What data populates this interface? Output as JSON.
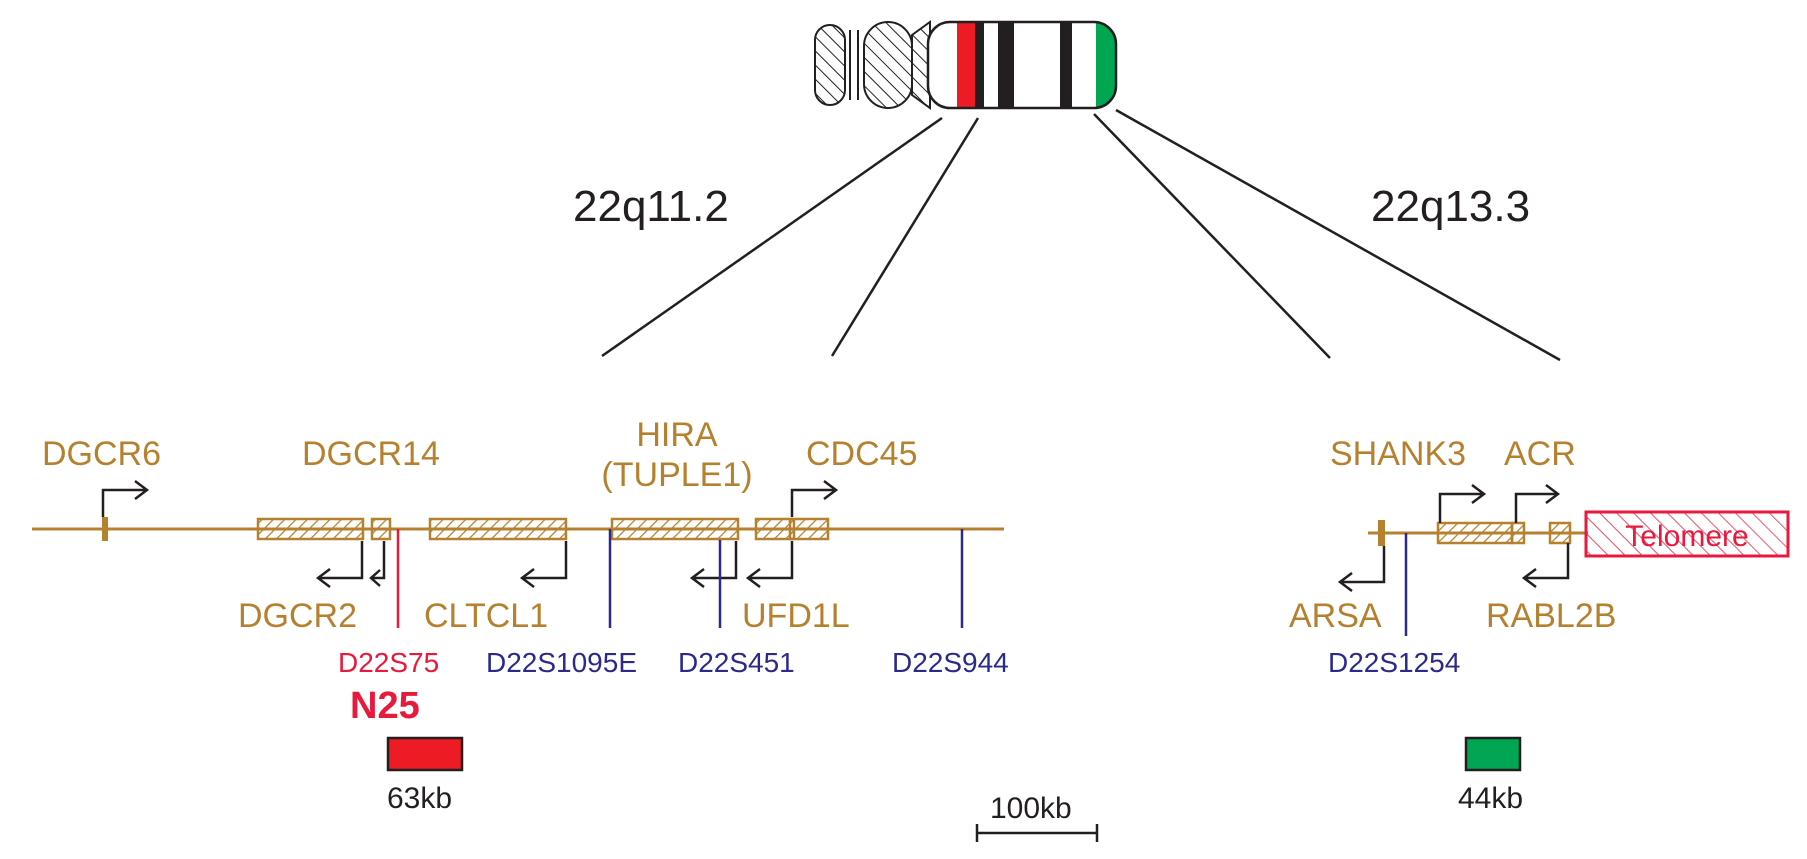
{
  "colors": {
    "gene": "#b5812f",
    "marker_blue": "#2b2a8a",
    "marker_red": "#e8193c",
    "probe_red": "#ed1c24",
    "probe_green": "#00a651",
    "line": "#231f20"
  },
  "chromosome": {
    "bands_highlight": [
      "red-band",
      "green-band"
    ]
  },
  "regions": {
    "left_label": "22q11.2",
    "right_label": "22q13.3"
  },
  "genes": {
    "dgcr6": "DGCR6",
    "dgcr14": "DGCR14",
    "hira_line1": "HIRA",
    "hira_line2": "(TUPLE1)",
    "cdc45": "CDC45",
    "dgcr2": "DGCR2",
    "cltcl1": "CLTCL1",
    "ufd1l": "UFD1L",
    "shank3": "SHANK3",
    "acr": "ACR",
    "arsa": "ARSA",
    "rabl2b": "RABL2B"
  },
  "markers": {
    "d22s75": "D22S75",
    "d22s1095e": "D22S1095E",
    "d22s451": "D22S451",
    "d22s944": "D22S944",
    "d22s1254": "D22S1254"
  },
  "telomere": "Telomere",
  "probes": {
    "n25_label": "N25",
    "n25_size": "63kb",
    "right_size": "44kb"
  },
  "scale_bar": "100kb"
}
